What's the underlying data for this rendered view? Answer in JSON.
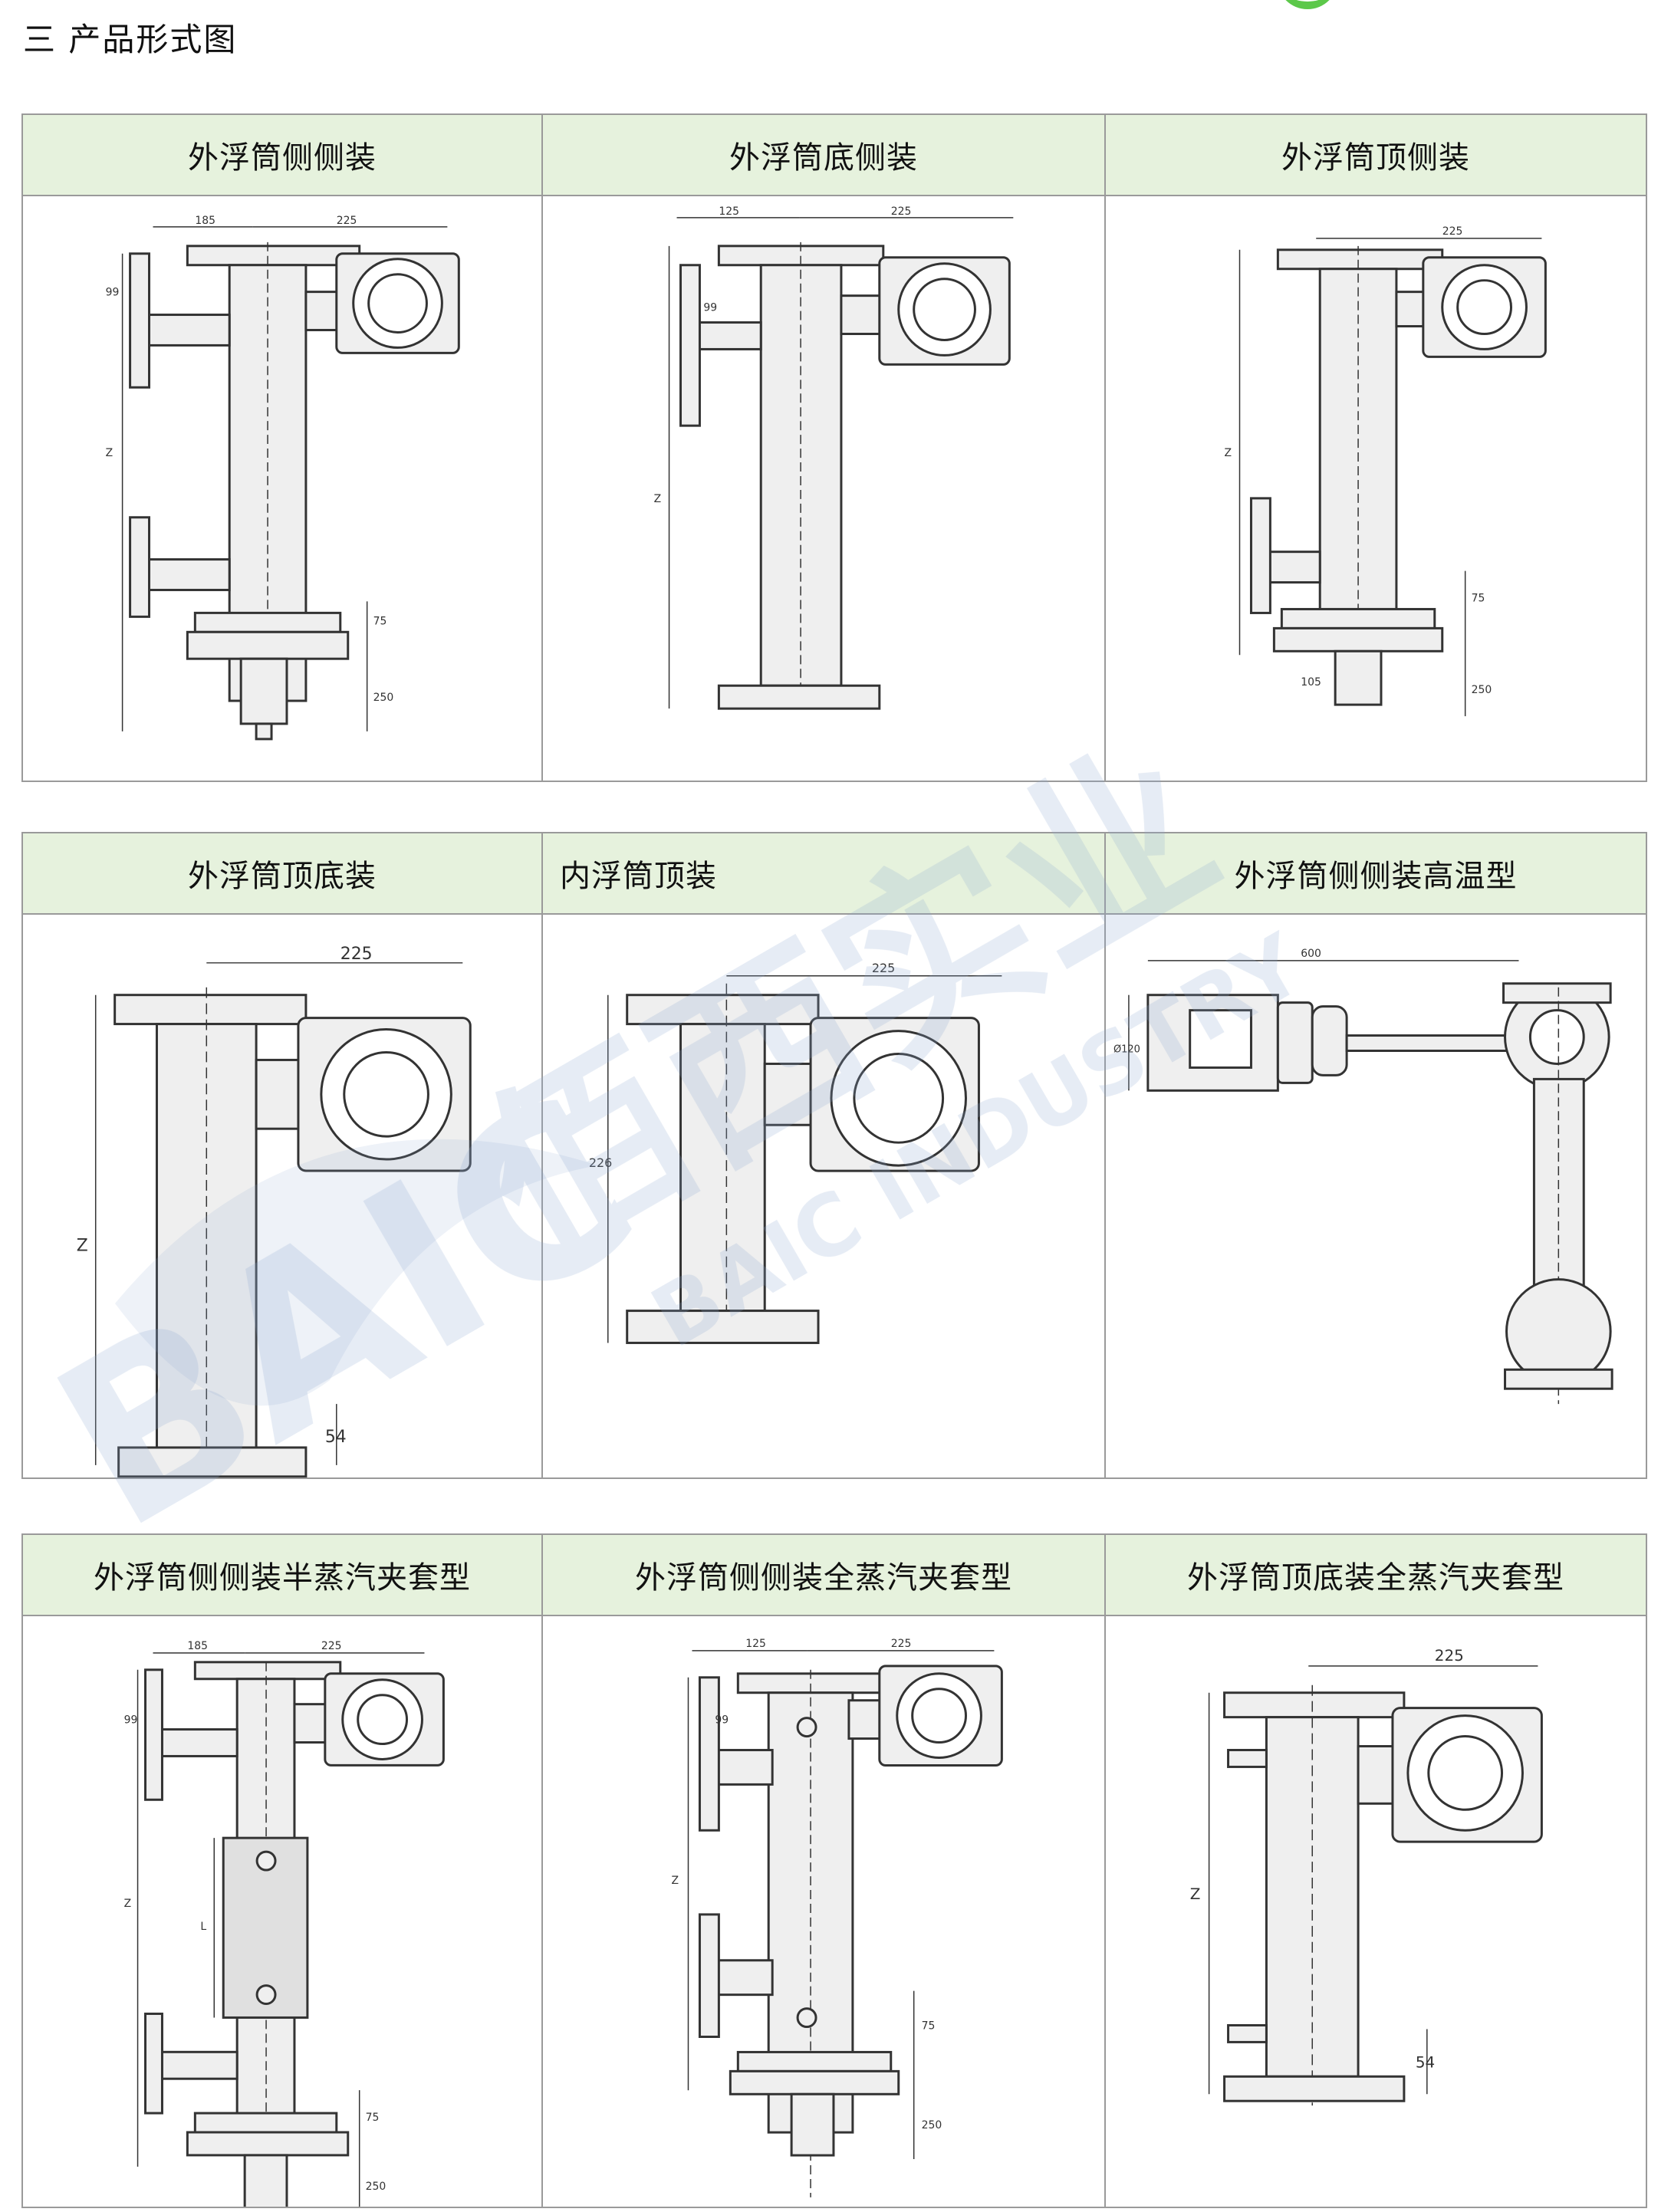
{
  "section_title": "三  产品形式图",
  "row1": [
    {
      "title": "外浮筒侧侧装",
      "dims": [
        "185",
        "225",
        "99",
        "Z",
        "75",
        "250"
      ]
    },
    {
      "title": "外浮筒底侧装",
      "dims": [
        "125",
        "225",
        "99",
        "Z"
      ]
    },
    {
      "title": "外浮筒顶侧装",
      "dims": [
        "225",
        "Z",
        "75",
        "105",
        "250"
      ]
    }
  ],
  "row2": [
    {
      "title": "外浮筒顶底装",
      "dims": [
        "225",
        "Z",
        "54"
      ]
    },
    {
      "title": "内浮筒顶装",
      "dims": [
        "225",
        "226"
      ]
    },
    {
      "title": "外浮筒侧侧装高温型",
      "dims": [
        "600",
        "Ø120"
      ]
    }
  ],
  "row3": [
    {
      "title": "外浮筒侧侧装半蒸汽夹套型",
      "dims": [
        "185",
        "225",
        "99",
        "Z",
        "L",
        "75",
        "250"
      ]
    },
    {
      "title": "外浮筒侧侧装全蒸汽夹套型",
      "dims": [
        "125",
        "225",
        "99",
        "Z",
        "75",
        "250"
      ]
    },
    {
      "title": "外浮筒顶底装全蒸汽夹套型",
      "dims": [
        "225",
        "Z",
        "54"
      ]
    }
  ],
  "watermark": {
    "logo_text": "佰西实业",
    "latin": "BAIC",
    "latin2": "BAIC INDUSTRY",
    "color": "#8fa9cf"
  }
}
